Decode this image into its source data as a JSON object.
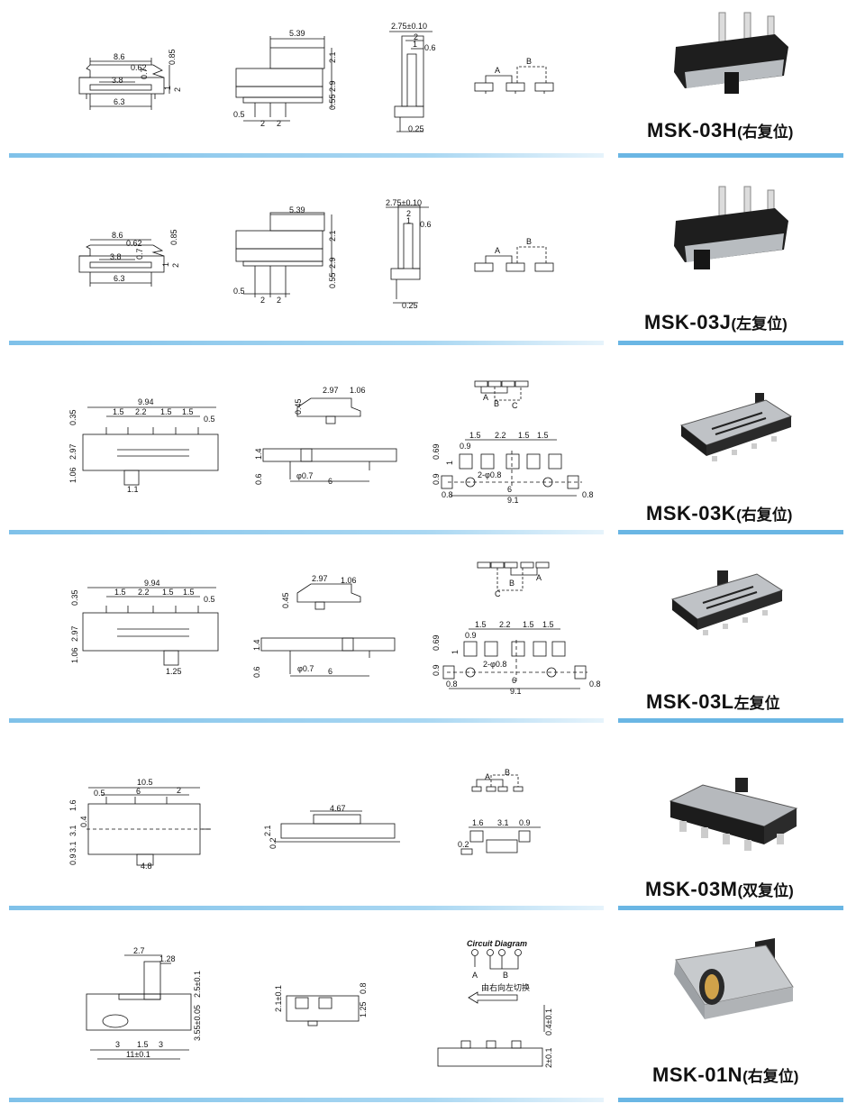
{
  "products": [
    {
      "model": "MSK-03H",
      "note": "(右复位)",
      "dims": {
        "w86": "8.6",
        "d062": "0.62",
        "d085": "0.85",
        "d07": "0.7",
        "d1": "1",
        "d2": "2",
        "d38": "3.8",
        "d63": "6.3",
        "d539": "5.39",
        "d21": "2.1",
        "d29": "2.9",
        "d055": "0.55",
        "d05": "0.5",
        "p2a": "2",
        "p2b": "2",
        "d275": "2.75±0.10",
        "s2": "2",
        "s1": "1",
        "s06": "0.6",
        "s025": "0.25",
        "cA": "A",
        "cB": "B"
      }
    },
    {
      "model": "MSK-03J",
      "note": "(左复位)",
      "dims": {
        "w86": "8.6",
        "d062": "0.62",
        "d085": "0.85",
        "d07": "0.7",
        "d1": "1",
        "d2": "2",
        "d38": "3.8",
        "d63": "6.3",
        "d539": "5.39",
        "d21": "2.1",
        "d29": "2.9",
        "d055": "0.55",
        "d05": "0.5",
        "p2a": "2",
        "p2b": "2",
        "d275": "2.75±0.10",
        "s2": "2",
        "s1": "1",
        "s06": "0.6",
        "s025": "0.25",
        "cA": "A",
        "cB": "B"
      }
    },
    {
      "model": "MSK-03K",
      "note": "(右复位)",
      "dims": {
        "w994": "9.94",
        "p15a": "1.5",
        "p22": "2.2",
        "p15b": "1.5",
        "p15c": "1.5",
        "d05": "0.5",
        "d035": "0.35",
        "d297": "2.97",
        "d106": "1.06",
        "d11": "1.1",
        "s297": "2.97",
        "s106": "1.06",
        "s045": "0.45",
        "s14": "1.4",
        "s06": "0.6",
        "sphi": "φ0.7",
        "s6": "6",
        "cA": "A",
        "cB": "B",
        "cC": "C",
        "f15a": "1.5",
        "f22": "2.2",
        "f15b": "1.5",
        "f15c": "1.5",
        "f09": "0.9",
        "f069": "0.69",
        "f1": "1",
        "fphi": "2-φ0.8",
        "f09b": "0.9",
        "f6": "6",
        "f08a": "0.8",
        "f91": "9.1",
        "f08b": "0.8"
      }
    },
    {
      "model": "MSK-03L",
      "note": "左复位",
      "dims": {
        "w994": "9.94",
        "p15a": "1.5",
        "p22": "2.2",
        "p15b": "1.5",
        "p15c": "1.5",
        "d05": "0.5",
        "d035": "0.35",
        "d297": "2.97",
        "d106": "1.06",
        "d125": "1.25",
        "s297": "2.97",
        "s106": "1.06",
        "s045": "0.45",
        "s14": "1.4",
        "s06": "0.6",
        "sphi": "φ0.7",
        "s6": "6",
        "cA": "A",
        "cB": "B",
        "cC": "C",
        "f15a": "1.5",
        "f22": "2.2",
        "f15b": "1.5",
        "f15c": "1.5",
        "f09": "0.9",
        "f069": "0.69",
        "f1": "1",
        "fphi": "2-φ0.8",
        "f09b": "0.9",
        "f6": "6",
        "f08a": "0.8",
        "f91": "9.1",
        "f08b": "0.8"
      }
    },
    {
      "model": "MSK-03M",
      "note": "(双复位)",
      "dims": {
        "w105": "10.5",
        "d05": "0.5",
        "d6": "6",
        "d2": "2",
        "d16": "1.6",
        "d31": "3.1",
        "d04": "0.4",
        "d31b": "3.1",
        "d09": "0.9",
        "d48": "4.8",
        "s467": "4.67",
        "s21": "2.1",
        "s02": "0.2",
        "cA": "A",
        "cB": "B",
        "f16": "1.6",
        "f31": "3.1",
        "f09": "0.9",
        "f02": "0.2"
      }
    },
    {
      "model": "MSK-01N",
      "note": "(右复位)",
      "dims": {
        "d27": "2.7",
        "d128": "1.28",
        "d25": "2.5±0.1",
        "d355": "3.55±0.05",
        "p3a": "3",
        "p15": "1.5",
        "p3b": "3",
        "d11": "11±0.1",
        "s21": "2.1±0.1",
        "s08": "0.8",
        "s125": "1.25",
        "circuit": "Circuit Diagram",
        "cA": "A",
        "cB": "B",
        "arrow": "由右向左切换",
        "f04": "0.4±0.1",
        "f2": "2±0.1"
      }
    }
  ],
  "colors": {
    "rule": "#7fc1e9",
    "body": "#1b1b1b",
    "metal": "#b9bcc0",
    "pin": "#d8d8d8"
  }
}
